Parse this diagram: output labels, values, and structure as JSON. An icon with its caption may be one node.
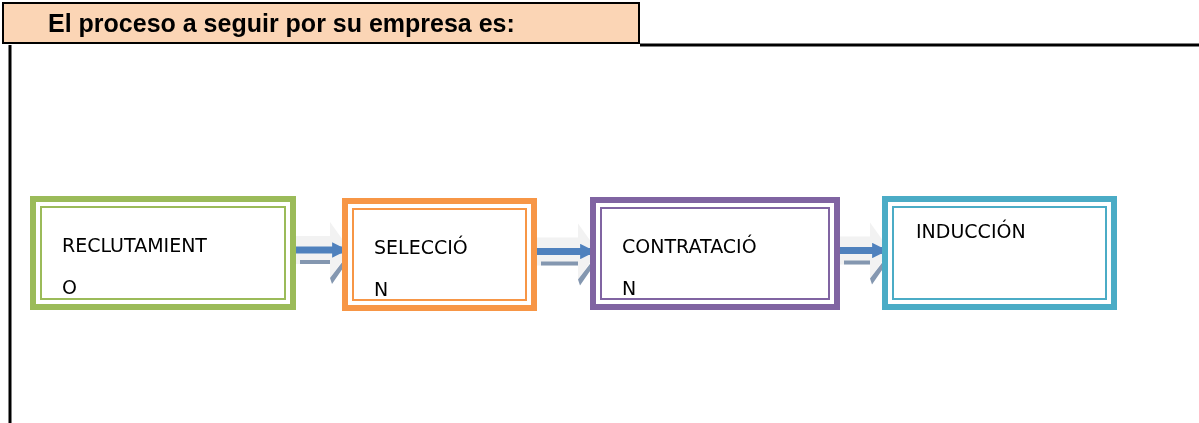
{
  "diagram": {
    "title": "El proceso a seguir por su empresa es:",
    "nodes": [
      {
        "text": [
          "RECLUTAMIENTO"
        ]
      },
      {
        "text": [
          "SELECCIÓN"
        ]
      },
      {
        "text": [
          "CONTRATACIÓN"
        ]
      },
      {
        "text": [
          "INDUCCIÓN"
        ]
      }
    ],
    "edges": [
      {
        "from": 0,
        "to": 1,
        "arrow": "to"
      },
      {
        "from": 1,
        "to": 2,
        "arrow": "to"
      },
      {
        "from": 2,
        "to": 3,
        "arrow": "to"
      }
    ]
  }
}
